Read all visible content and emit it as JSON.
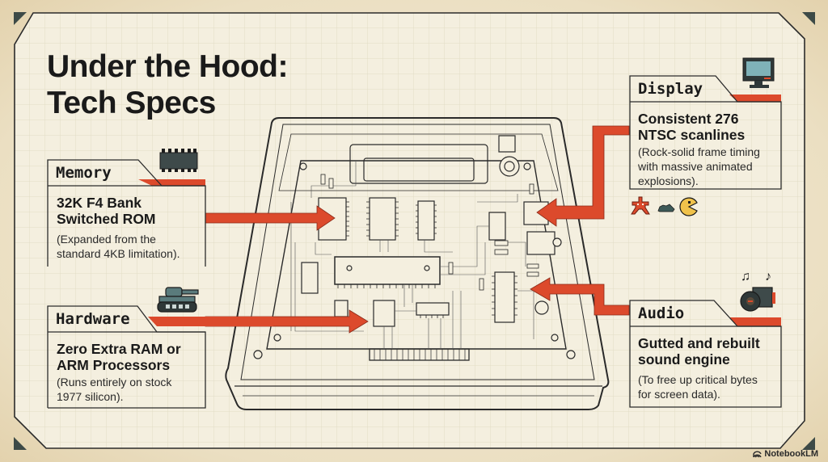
{
  "title": {
    "line1": "Under the Hood:",
    "line2": "Tech Specs"
  },
  "colors": {
    "accent": "#dc4a2c",
    "ink": "#1b1b1b",
    "paper": "#f4efdf",
    "corner": "#3d4a47",
    "chip": "#3e4a4a",
    "screen": "#7fb2b8"
  },
  "cards": {
    "memory": {
      "label": "Memory",
      "headline": "32K F4 Bank Switched ROM",
      "headline_lines": [
        "32K F4 Bank",
        "Switched ROM"
      ],
      "detail_lines": [
        "(Expanded from the",
        "standard 4KB limitation)."
      ],
      "icon": "chip-icon"
    },
    "hardware": {
      "label": "Hardware",
      "headline_lines": [
        "Zero Extra RAM or",
        "ARM Processors"
      ],
      "detail_lines": [
        "(Runs entirely on stock",
        "1977 silicon)."
      ],
      "icon": "tank-icon"
    },
    "display": {
      "label": "Display",
      "headline_lines": [
        "Consistent 276",
        "NTSC scanlines"
      ],
      "detail_lines": [
        "(Rock-solid frame timing",
        "with massive animated",
        "explosions)."
      ],
      "icon": "monitor-icon"
    },
    "audio": {
      "label": "Audio",
      "headline_lines": [
        "Gutted and rebuilt",
        "sound engine"
      ],
      "detail_lines": [
        "(To free up critical bytes",
        "for screen data)."
      ],
      "icon": "speaker-icon"
    }
  },
  "sprites": [
    "invader-icon",
    "cloud-icon",
    "pacman-icon"
  ],
  "music_notes": [
    "♫",
    "♪"
  ],
  "credit": "NotebookLM"
}
